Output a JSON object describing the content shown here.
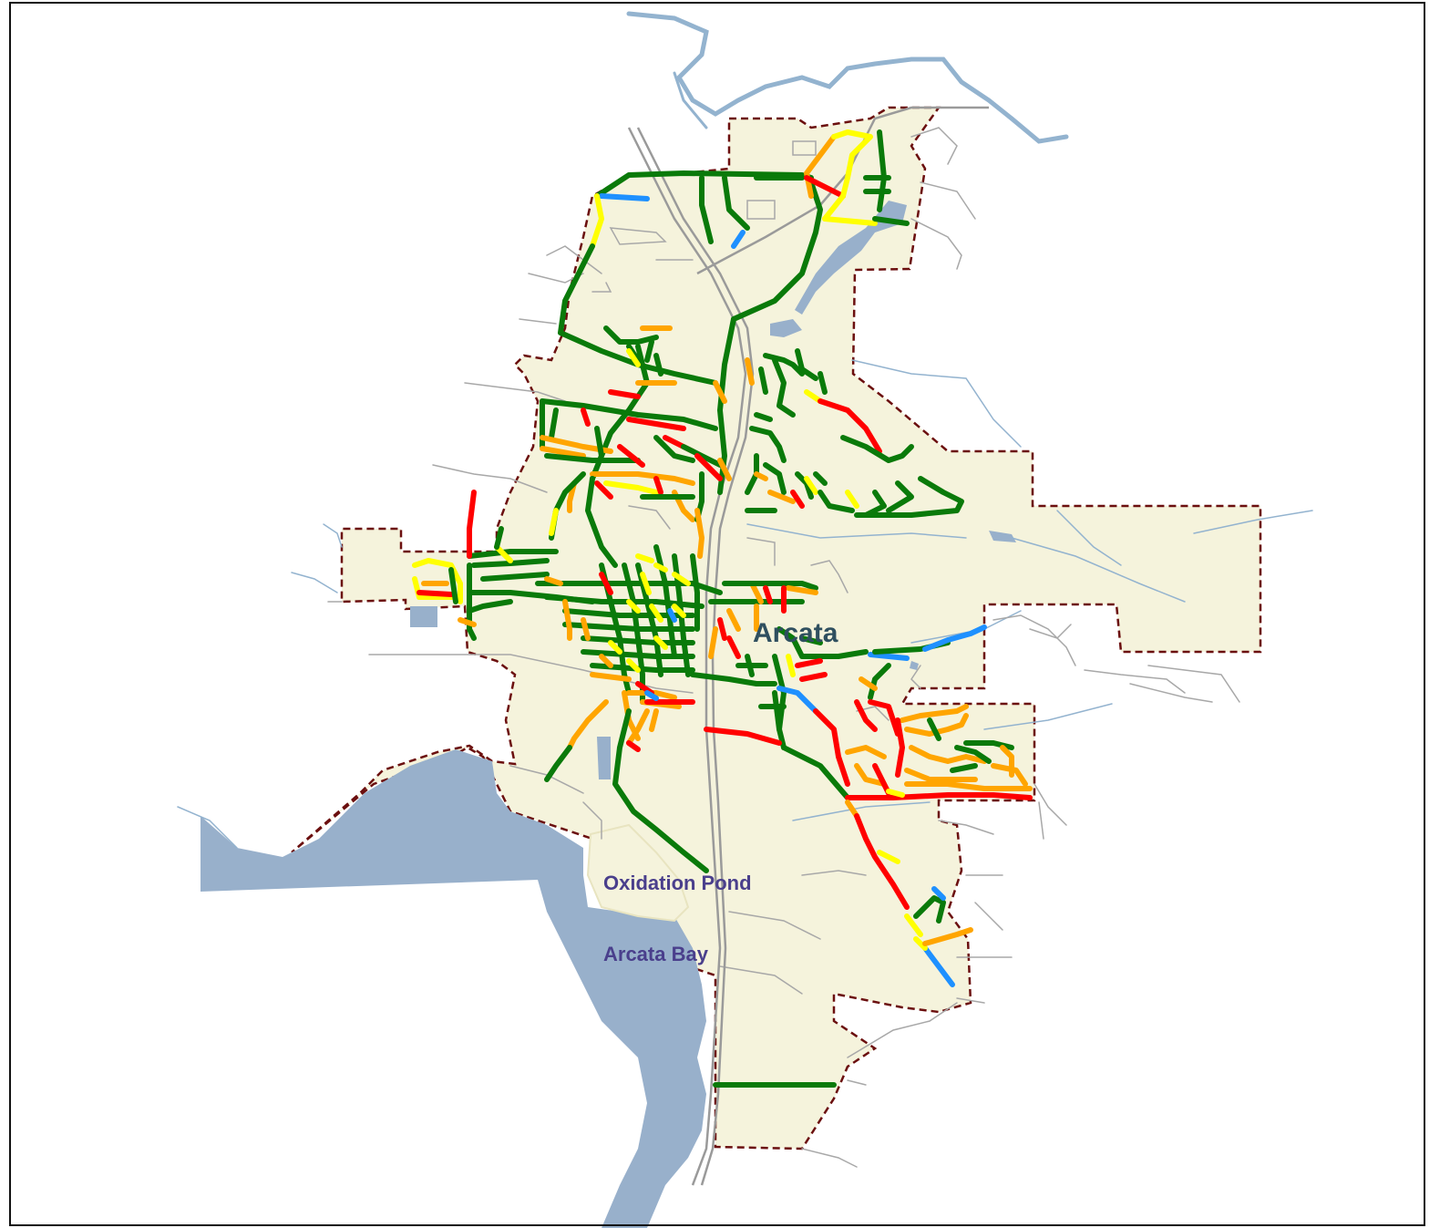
{
  "labels": {
    "city": "Arcata",
    "pond": "Oxidation Pond",
    "bay": "Arcata Bay"
  },
  "colors": {
    "land": "#f5f3dc",
    "water": "#98b0cb",
    "river": "#93b3cf",
    "boundary": "#6b0f0f",
    "minor_road": "#a8a8a8",
    "highway": "#9a9a9a",
    "condition_green": "#0a7a0a",
    "condition_yellow": "#ffff00",
    "condition_orange": "#ffa500",
    "condition_red": "#ff0000",
    "condition_blue": "#1e90ff"
  },
  "layers": [
    "city-limits",
    "water-bodies",
    "rivers",
    "minor-roads",
    "highway-101",
    "rated-street-segments",
    "place-labels"
  ]
}
